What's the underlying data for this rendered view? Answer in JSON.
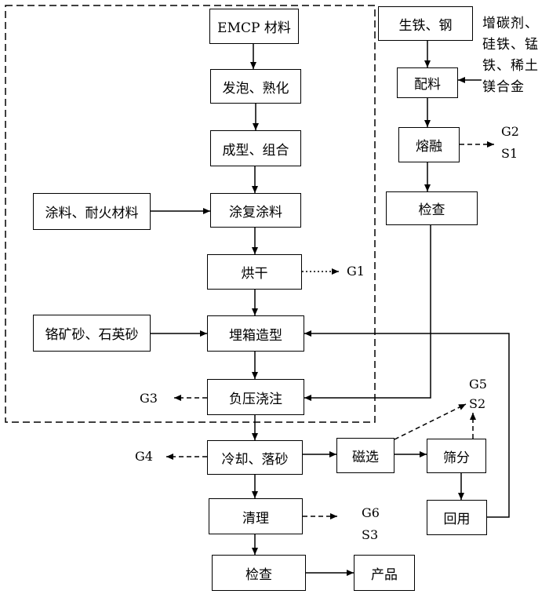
{
  "boxes": {
    "emcp": "EMCP 材料",
    "foam": "发泡、熟化",
    "form": "成型、组合",
    "coat": "涂复涂料",
    "coat_src": "涂料、耐火材料",
    "dry": "烘干",
    "sand_src": "铬矿砂、石英砂",
    "mold": "埋箱造型",
    "pour": "负压浇注",
    "cool": "冷却、落砂",
    "magnet": "磁选",
    "sieve": "筛分",
    "reuse": "回用",
    "clean": "清理",
    "inspect2": "检查",
    "product": "产品",
    "iron": "生铁、钢",
    "batch": "配料",
    "melt": "熔融",
    "inspect1": "检查"
  },
  "additives": [
    "增碳剂、",
    "硅铁、锰",
    "铁、稀土",
    "镁合金"
  ],
  "emissions": {
    "g1": "G1",
    "g2": "G2",
    "s1": "S1",
    "g3": "G3",
    "g4": "G4",
    "g5": "G5",
    "s2": "S2",
    "g6": "G6",
    "s3": "S3"
  }
}
